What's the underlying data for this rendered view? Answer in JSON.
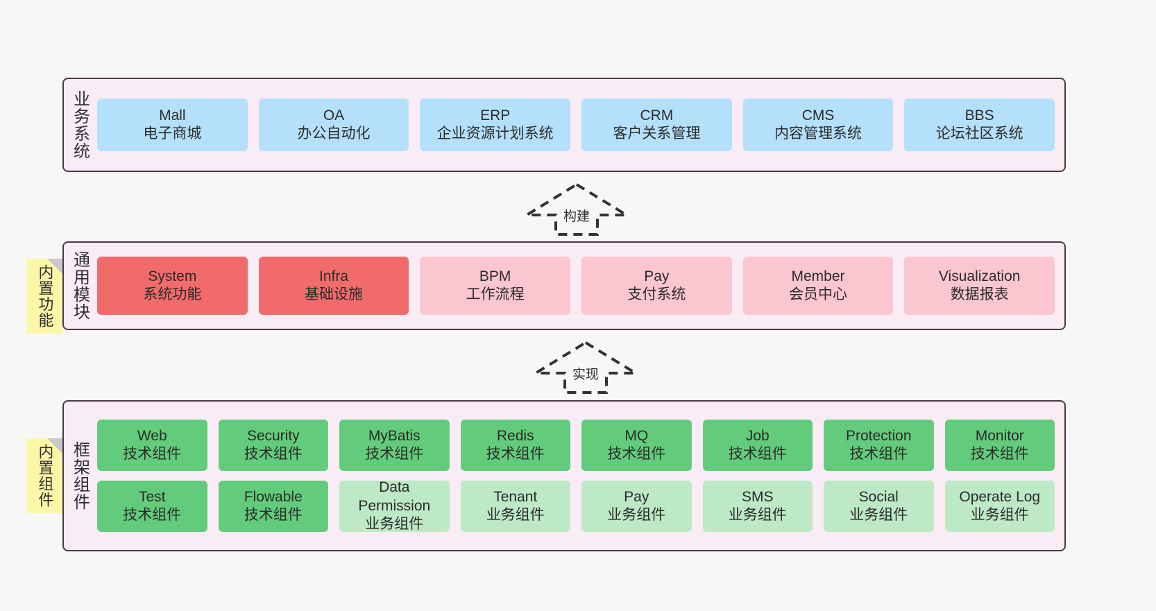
{
  "diagram": {
    "title": "",
    "background": "#f7f7f5",
    "panel_fill": "#f9ecf5",
    "panel_border": "#4a3a44",
    "colors": {
      "business_card": "#b5e0fb",
      "module_card": "#fbc6d0",
      "module_card_strong": "#f26b6b",
      "framework_tech_card": "#63cc7c",
      "framework_business_card": "#bde9c6",
      "note_fill": "#fcf7a8",
      "note_fold": "#c9c9c9",
      "arrow_stroke": "#333333"
    }
  },
  "layers": {
    "business": {
      "label": "业务系统",
      "cards": [
        {
          "en": "Mall",
          "cn": "电子商城"
        },
        {
          "en": "OA",
          "cn": "办公自动化"
        },
        {
          "en": "ERP",
          "cn": "企业资源计划系统"
        },
        {
          "en": "CRM",
          "cn": "客户关系管理"
        },
        {
          "en": "CMS",
          "cn": "内容管理系统"
        },
        {
          "en": "BBS",
          "cn": "论坛社区系统"
        }
      ]
    },
    "modules": {
      "label": "通用模块",
      "note": "内置功能",
      "cards": [
        {
          "en": "System",
          "cn": "系统功能",
          "emphasis": true
        },
        {
          "en": "Infra",
          "cn": "基础设施",
          "emphasis": true
        },
        {
          "en": "BPM",
          "cn": "工作流程",
          "emphasis": false
        },
        {
          "en": "Pay",
          "cn": "支付系统",
          "emphasis": false
        },
        {
          "en": "Member",
          "cn": "会员中心",
          "emphasis": false
        },
        {
          "en": "Visualization",
          "cn": "数据报表",
          "emphasis": false
        }
      ]
    },
    "framework": {
      "label": "框架组件",
      "note": "内置组件",
      "row1": [
        {
          "en": "Web",
          "cn": "技术组件",
          "kind": "tech"
        },
        {
          "en": "Security",
          "cn": "技术组件",
          "kind": "tech"
        },
        {
          "en": "MyBatis",
          "cn": "技术组件",
          "kind": "tech"
        },
        {
          "en": "Redis",
          "cn": "技术组件",
          "kind": "tech"
        },
        {
          "en": "MQ",
          "cn": "技术组件",
          "kind": "tech"
        },
        {
          "en": "Job",
          "cn": "技术组件",
          "kind": "tech"
        },
        {
          "en": "Protection",
          "cn": "技术组件",
          "kind": "tech"
        },
        {
          "en": "Monitor",
          "cn": "技术组件",
          "kind": "tech"
        }
      ],
      "row2": [
        {
          "en": "Test",
          "cn": "技术组件",
          "kind": "tech"
        },
        {
          "en": "Flowable",
          "cn": "技术组件",
          "kind": "tech"
        },
        {
          "en": "Data Permission",
          "cn": "业务组件",
          "kind": "business"
        },
        {
          "en": "Tenant",
          "cn": "业务组件",
          "kind": "business"
        },
        {
          "en": "Pay",
          "cn": "业务组件",
          "kind": "business"
        },
        {
          "en": "SMS",
          "cn": "业务组件",
          "kind": "business"
        },
        {
          "en": "Social",
          "cn": "业务组件",
          "kind": "business"
        },
        {
          "en": "Operate Log",
          "cn": "业务组件",
          "kind": "business"
        }
      ]
    }
  },
  "connectors": [
    {
      "id": "build",
      "label": "构建"
    },
    {
      "id": "implement",
      "label": "实现"
    }
  ]
}
